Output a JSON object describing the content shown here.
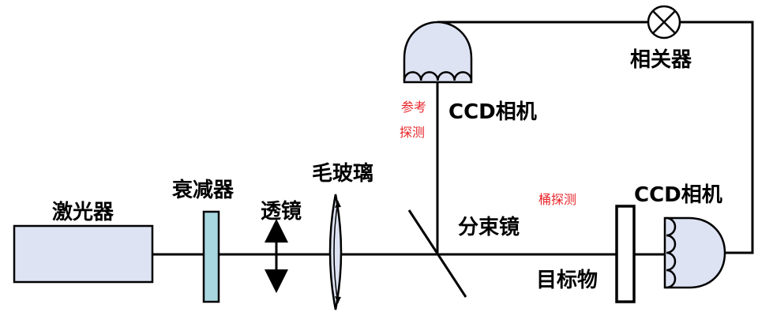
{
  "labels": {
    "laser": "激光器",
    "attenuator": "衰减器",
    "lens": "透镜",
    "ground_glass": "毛玻璃",
    "beam_splitter": "分束镜",
    "target": "目标物",
    "correlator": "相关器",
    "ccd_reference": "CCD相机",
    "ccd_bucket": "CCD相机",
    "reference_detection_line1": "参考",
    "reference_detection_line2": "探测",
    "bucket_detection": "桶探测"
  },
  "colors": {
    "component_fill": "#dde3f3",
    "attenuator_fill": "#a9d7e0",
    "line": "#000000",
    "annotation_red": "#e8262b"
  },
  "icons": {
    "correlator_symbol": "cross-circle-icon",
    "lens_arrow": "double-arrow-icon"
  }
}
